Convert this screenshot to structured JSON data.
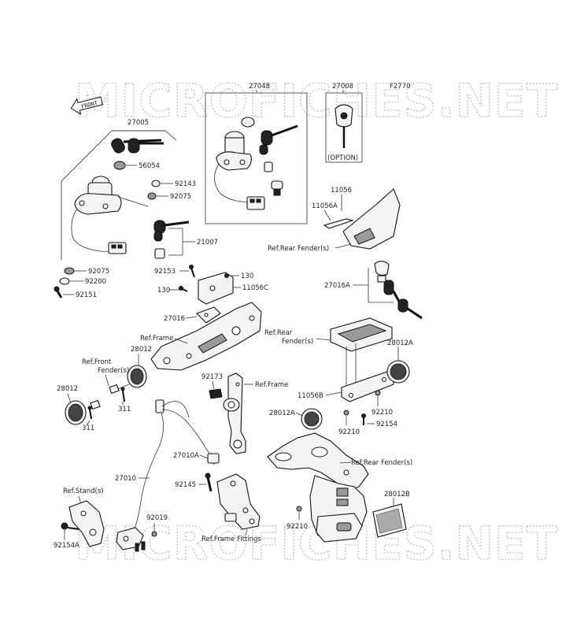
{
  "watermark": {
    "top": "MICROFICHES.NET",
    "bottom": "MICROFICHES.NET"
  },
  "figure_code": "F2770",
  "front_arrow": "FRONT",
  "labels": {
    "l27005": "27005",
    "l27048": "27048",
    "l27008": "27008",
    "option": "(OPTION)",
    "l56054": "56054",
    "l92143": "92143",
    "l92075a": "92075",
    "l21007": "21007",
    "l92075b": "92075",
    "l92200": "92200",
    "l92151": "92151",
    "l11056": "11056",
    "l11056A": "11056A",
    "refRearFender1": "Ref.Rear Fender(s)",
    "l92153": "92153",
    "l130a": "130",
    "l130b": "130",
    "l11056C": "11056C",
    "l27016A": "27016A",
    "l27016": "27016",
    "refFrame1": "Ref.Frame",
    "refRearFender2a": "Ref.Rear",
    "refRearFender2b": "Fender(s)",
    "l28012A_top": "28012A",
    "refFrontFender_a": "Ref.Front",
    "refFrontFender_b": "Fender(s)",
    "l28012_top": "28012",
    "l28012_left": "28012",
    "l311a": "311",
    "l311b": "311",
    "l92173": "92173",
    "refFrame2": "Ref.Frame",
    "l11056B": "11056B",
    "l92210a": "92210",
    "l28012A_mid": "28012A",
    "l92210b": "92210",
    "l92154": "92154",
    "l27010A": "27010A",
    "refRearFender3": "Ref.Rear Fender(s)",
    "l27010": "27010",
    "l92145": "92145",
    "refStand": "Ref.Stand(s)",
    "l28012B": "28012B",
    "l92019": "92019",
    "l92210c": "92210",
    "refFrameFittings": "Ref.Frame Fittings",
    "l92154A": "92154A"
  }
}
